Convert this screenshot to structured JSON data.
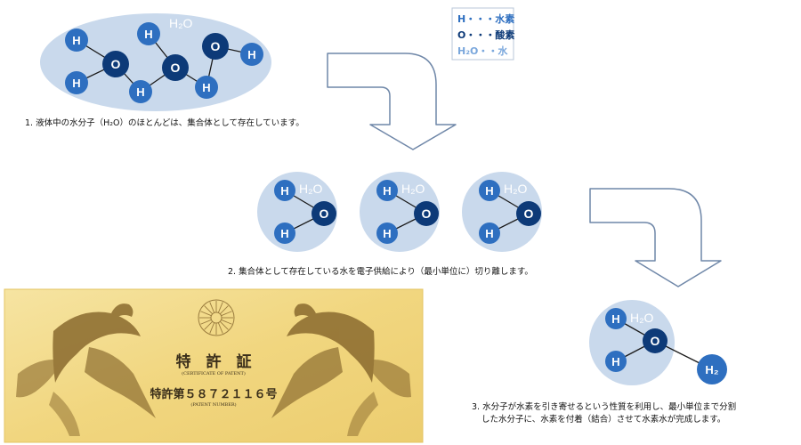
{
  "legend": {
    "items": [
      {
        "symbol": "H",
        "separator": "・・・",
        "meaning": "水素"
      },
      {
        "symbol": "O",
        "separator": "・・・",
        "meaning": "酸素"
      },
      {
        "symbol": "H₂O",
        "separator": "・・",
        "meaning": "水"
      }
    ],
    "colors": [
      "#2e6fc0",
      "#0d3a78",
      "#7aa7dc"
    ]
  },
  "labels": {
    "h": "H",
    "o": "O",
    "h2o": "H₂O",
    "h2": "H₂"
  },
  "captions": {
    "step1": "1. 液体中の水分子（H₂O）のほとんどは、集合体として存在しています。",
    "step2": "2. 集合体として存在している水を電子供給により（最小単位に）切り離します。",
    "step3_line1": "3. 水分子が水素を引き寄せるという性質を利用し、最小単位まで分割",
    "step3_line2": "した水分子に、水素を付着（結合）させて水素水が完成します。"
  },
  "certificate": {
    "title": "特　許　証",
    "title_en": "(CERTIFICATE OF PATENT)",
    "number": "特許第５８７２１１６号",
    "number_en": "(PATENT NUMBER)"
  },
  "colors": {
    "hydrogen": "#2e6fc0",
    "oxygen": "#0d3a78",
    "cluster_bg": "#c9d9ec",
    "arrow_stroke": "#6f87a8",
    "certificate_bg": "#f3dc8e"
  }
}
